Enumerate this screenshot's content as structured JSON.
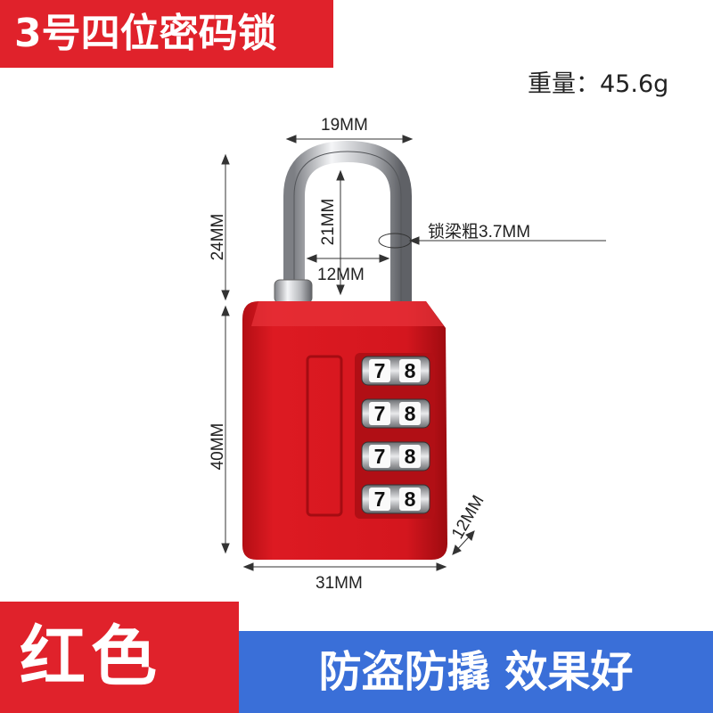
{
  "title": "3号四位密码锁",
  "weight": "重量：45.6g",
  "dimensions": {
    "shackle_width": "19MM",
    "shackle_height": "24MM",
    "inner_height": "21MM",
    "inner_width": "12MM",
    "shackle_diameter": "锁梁粗3.7MM",
    "body_height": "40MM",
    "body_width": "31MM",
    "body_depth": "12MM"
  },
  "dials": [
    {
      "left": "7",
      "right": "8"
    },
    {
      "left": "7",
      "right": "8"
    },
    {
      "left": "7",
      "right": "8"
    },
    {
      "left": "7",
      "right": "8"
    }
  ],
  "color_label": "红色",
  "tagline": "防盗防撬 效果好",
  "colors": {
    "brand_red": "#e0222b",
    "lock_red": "#d8141c",
    "banner_blue": "#3a6fd8"
  }
}
